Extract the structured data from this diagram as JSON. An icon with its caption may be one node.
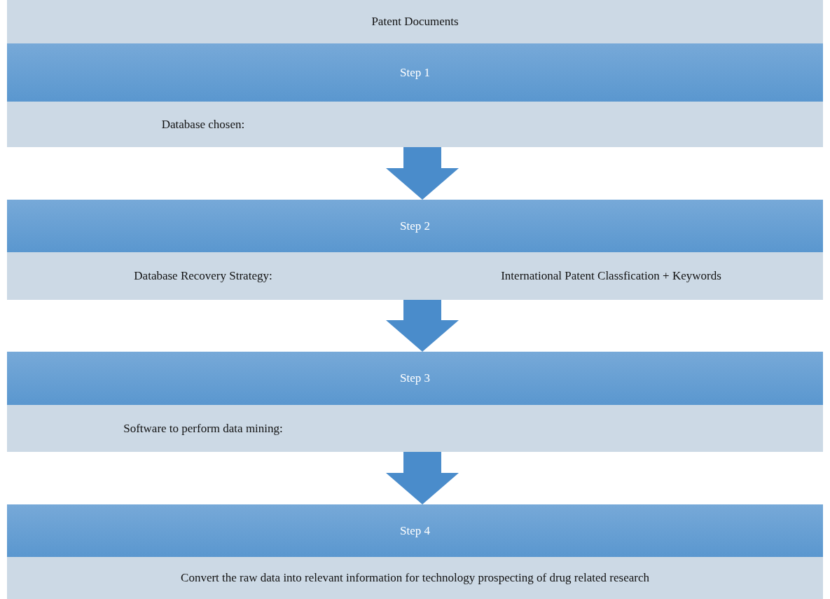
{
  "diagram": {
    "nodes": [
      {
        "text": [
          "Patent Documents"
        ]
      },
      {
        "text": [
          "Step 1"
        ]
      },
      {
        "text": [
          "Database chosen:"
        ]
      },
      {
        "text": [
          "Step 2"
        ]
      },
      {
        "text": [
          "Database Recovery Strategy:",
          "International Patent Classfication + Keywords"
        ]
      },
      {
        "text": [
          "Step 3"
        ]
      },
      {
        "text": [
          "Software to perform data mining:"
        ]
      },
      {
        "text": [
          "Step 4"
        ]
      },
      {
        "text": [
          "Convert the raw data into relevant information for technology prospecting of drug related research"
        ]
      }
    ],
    "edges": [
      {
        "from": 2,
        "to": 3,
        "arrow": "to"
      },
      {
        "from": 4,
        "to": 5,
        "arrow": "to"
      },
      {
        "from": 6,
        "to": 7,
        "arrow": "to"
      }
    ]
  }
}
